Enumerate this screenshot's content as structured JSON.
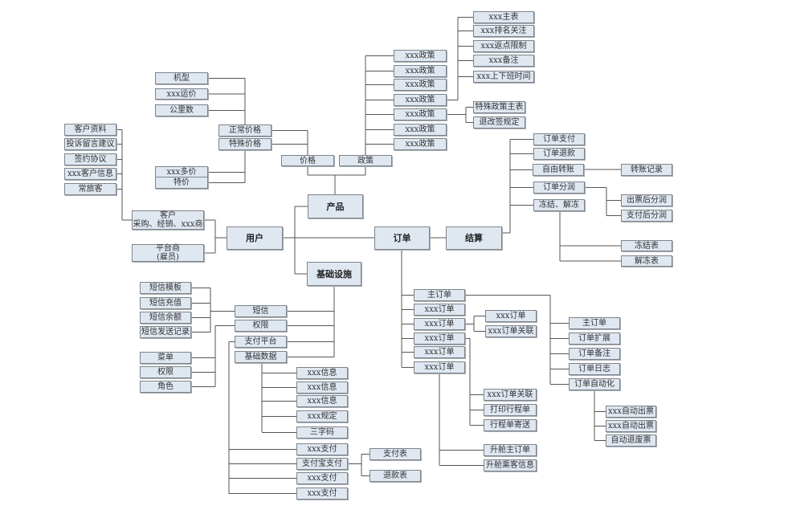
{
  "nodes": {
    "product": "产品",
    "user": "用户",
    "order": "订单",
    "settle": "结算",
    "infra": "基础设施",
    "price": "价格",
    "policy": "政策",
    "normal_price": "正常价格",
    "special_price": "特殊价格",
    "model": "机型",
    "freight": "xxx运价",
    "mileage": "公里数",
    "multi_price": "xxx多价",
    "special_offer": "特价",
    "pol1": "xxx政策",
    "pol2": "xxx政策",
    "pol3": "xxx政策",
    "pol4": "xxx政策",
    "pol5": "xxx政策",
    "pol6": "xxx政策",
    "pol7": "xxx政策",
    "main_table": "xxx主表",
    "rank": "xxx排名关注",
    "rebate": "xxx返点限制",
    "remark": "xxx备注",
    "worktime": "xxx上下班时间",
    "sp_main": "特殊政策主表",
    "refund_rule": "退改签规定",
    "cust_info": "客户资料",
    "complaint": "投诉留言建议",
    "contract": "签约协议",
    "cust_detail": "xxx客户信息",
    "frequent": "常旅客",
    "customer": "客户\n采购、经销、xxx商",
    "platform": "平台商\n(雇员)",
    "pay_order": "订单支付",
    "refund_order": "订单退款",
    "free_transfer": "自由转账",
    "transfer_log": "转账记录",
    "profit": "订单分润",
    "freeze": "冻结、解冻",
    "profit_ticket": "出票后分润",
    "profit_pay": "支付后分润",
    "freeze_table": "冻结表",
    "unfreeze_table": "解冻表",
    "sms_tpl": "短信模板",
    "sms_recharge": "短信充值",
    "sms_balance": "短信余额",
    "sms_log": "短信发送记录",
    "menu": "菜单",
    "perm_leaf": "权限",
    "role": "角色",
    "sms": "短信",
    "perm": "权限",
    "pay_platform": "支付平台",
    "base_data": "基础数据",
    "info1": "xxx信息",
    "info2": "xxx信息",
    "info3": "xxx信息",
    "rule": "xxx规定",
    "code3": "三字码",
    "pay1": "xxx支付",
    "alipay": "支付宝支付",
    "pay3": "xxx支付",
    "pay4": "xxx支付",
    "pay_table": "支付表",
    "refund_table": "退款表",
    "o_main": "主订单",
    "o1": "xxx订单",
    "o2": "xxx订单",
    "o3": "xxx订单",
    "o4": "xxx订单",
    "o5": "xxx订单",
    "o2a": "xxx订单",
    "o2b": "xxx订单关联",
    "o3a": "xxx订单关联",
    "o3b": "打印行程单",
    "o3c": "行程单寄送",
    "up_main": "升舱主订单",
    "up_pax": "升舱乘客信息",
    "m_main": "主订单",
    "m_ext": "订单扩展",
    "m_note": "订单备注",
    "m_log": "订单日志",
    "m_auto": "订单自动化",
    "auto1": "xxx自动出票",
    "auto2": "xxx自动出票",
    "auto3": "自动退废票"
  },
  "colors": {
    "box_fill": "#dfe7f1",
    "box_border": "#7d848c",
    "line": "#555555"
  }
}
